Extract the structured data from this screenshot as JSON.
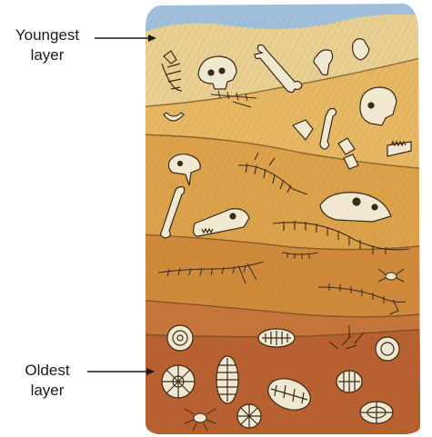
{
  "labels": {
    "youngest": {
      "line1": "Youngest",
      "line2": "layer"
    },
    "oldest": {
      "line1": "Oldest",
      "line2": "layer"
    }
  },
  "colors": {
    "sky": "#9fbfdc",
    "top_layer": "#e8cf92",
    "layer_2": "#e6b863",
    "layer_3": "#dba24a",
    "layer_4": "#d08a3c",
    "layer_5": "#c6763a",
    "bottom_layer": "#b8602f",
    "bone": "#f1e8d2",
    "outline": "#3a2a1a",
    "arrow": "#1a1a1a"
  },
  "icons": [
    "skull-icon",
    "bone-icon",
    "skeleton-icon",
    "trilobite-icon",
    "ammonite-icon",
    "spider-icon",
    "jaw-icon"
  ]
}
